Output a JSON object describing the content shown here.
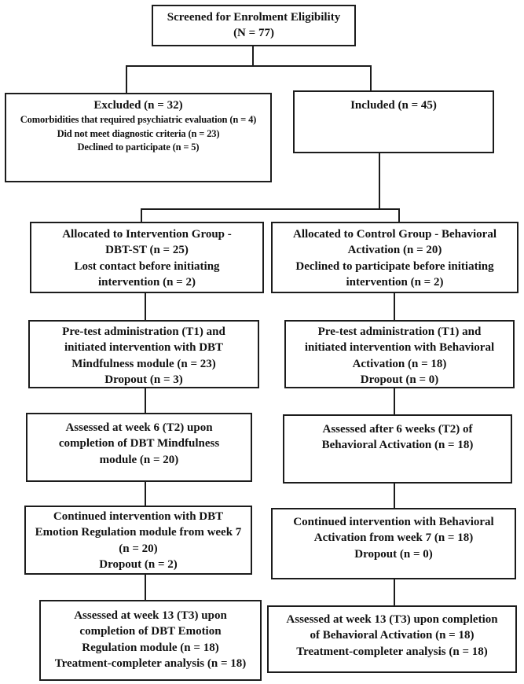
{
  "figure": {
    "type": "consort-flow-diagram",
    "text_color": "#121212",
    "line_color": "#1c1c1c",
    "background": "#ffffff"
  },
  "boxes": {
    "screened": {
      "lines": [
        "Screened for Enrolment Eligibility",
        "(N = 77)"
      ]
    },
    "excluded": {
      "lines": [
        "Excluded (n = 32)",
        "Comorbidities that required psychiatric evaluation (n = 4)",
        "Did not meet diagnostic criteria (n = 23)",
        "Declined to participate (n = 5)"
      ]
    },
    "included": {
      "lines": [
        "Included (n = 45)"
      ]
    },
    "alloc_left": {
      "lines": [
        "Allocated to Intervention Group -",
        "DBT-ST (n = 25)",
        "Lost contact before initiating",
        "intervention (n = 2)"
      ]
    },
    "alloc_right": {
      "lines": [
        "Allocated to Control Group - Behavioral",
        "Activation (n = 20)",
        "Declined to participate before initiating",
        "intervention (n = 2)"
      ]
    },
    "pretest_left": {
      "lines": [
        "Pre-test administration (T1) and",
        "initiated intervention with DBT",
        "Mindfulness module (n = 23)",
        "Dropout (n = 3)"
      ]
    },
    "pretest_right": {
      "lines": [
        "Pre-test administration (T1) and",
        "initiated intervention with Behavioral",
        "Activation (n = 18)",
        "Dropout (n = 0)"
      ]
    },
    "week6_left": {
      "lines": [
        "Assessed at week 6 (T2) upon",
        "completion of DBT Mindfulness",
        "module (n = 20)"
      ]
    },
    "week6_right": {
      "lines": [
        "Assessed after 6 weeks (T2) of",
        "Behavioral Activation (n = 18)"
      ]
    },
    "continued_left": {
      "lines": [
        "Continued intervention with DBT",
        "Emotion Regulation module from week 7",
        "(n = 20)",
        "Dropout (n = 2)"
      ]
    },
    "continued_right": {
      "lines": [
        "Continued intervention with Behavioral",
        "Activation from week 7 (n = 18)",
        "Dropout (n = 0)"
      ]
    },
    "week13_left": {
      "lines": [
        "Assessed at week 13 (T3) upon",
        "completion of DBT Emotion",
        "Regulation module (n = 18)",
        "Treatment-completer analysis (n = 18)"
      ]
    },
    "week13_right": {
      "lines": [
        "Assessed at week 13 (T3) upon completion",
        "of Behavioral Activation (n = 18)",
        "Treatment-completer analysis (n = 18)"
      ]
    }
  }
}
